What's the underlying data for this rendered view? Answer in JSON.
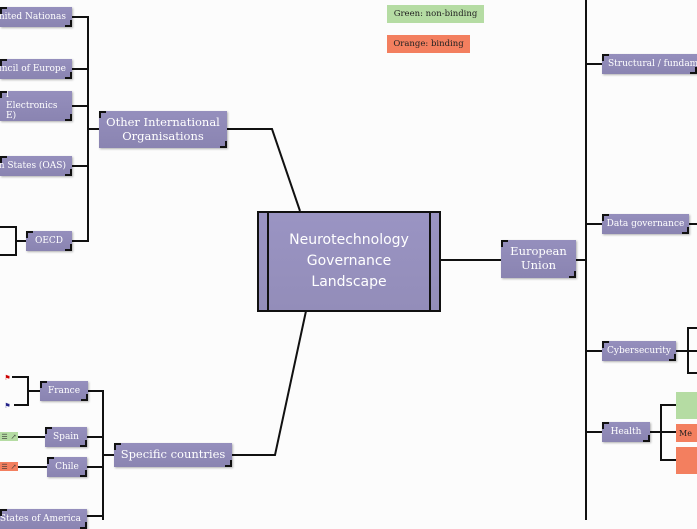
{
  "center": {
    "title": "Neurotechnology Governance Landscape"
  },
  "legend": {
    "green": "Green: non-binding",
    "orange": "Orange: binding",
    "green_color": "#b5dca3",
    "orange_color": "#f37f5f"
  },
  "other_orgs": {
    "label": "Other International Organisations",
    "children": [
      "United Nationas",
      "uncil of Europe",
      "l Electronics E)",
      "an States (OAS)",
      "OECD"
    ]
  },
  "countries": {
    "label": "Specific countries",
    "children": [
      "France",
      "Spain",
      "Chile",
      "d States of America"
    ]
  },
  "eu": {
    "label": "European Union",
    "children": [
      "Structural / fundame",
      "Data governance",
      "Cybersecurity",
      "Health"
    ],
    "health_leaves": [
      "",
      "Me",
      ""
    ]
  },
  "icons": [
    "flag-icon",
    "notes-icon",
    "link-icon"
  ]
}
